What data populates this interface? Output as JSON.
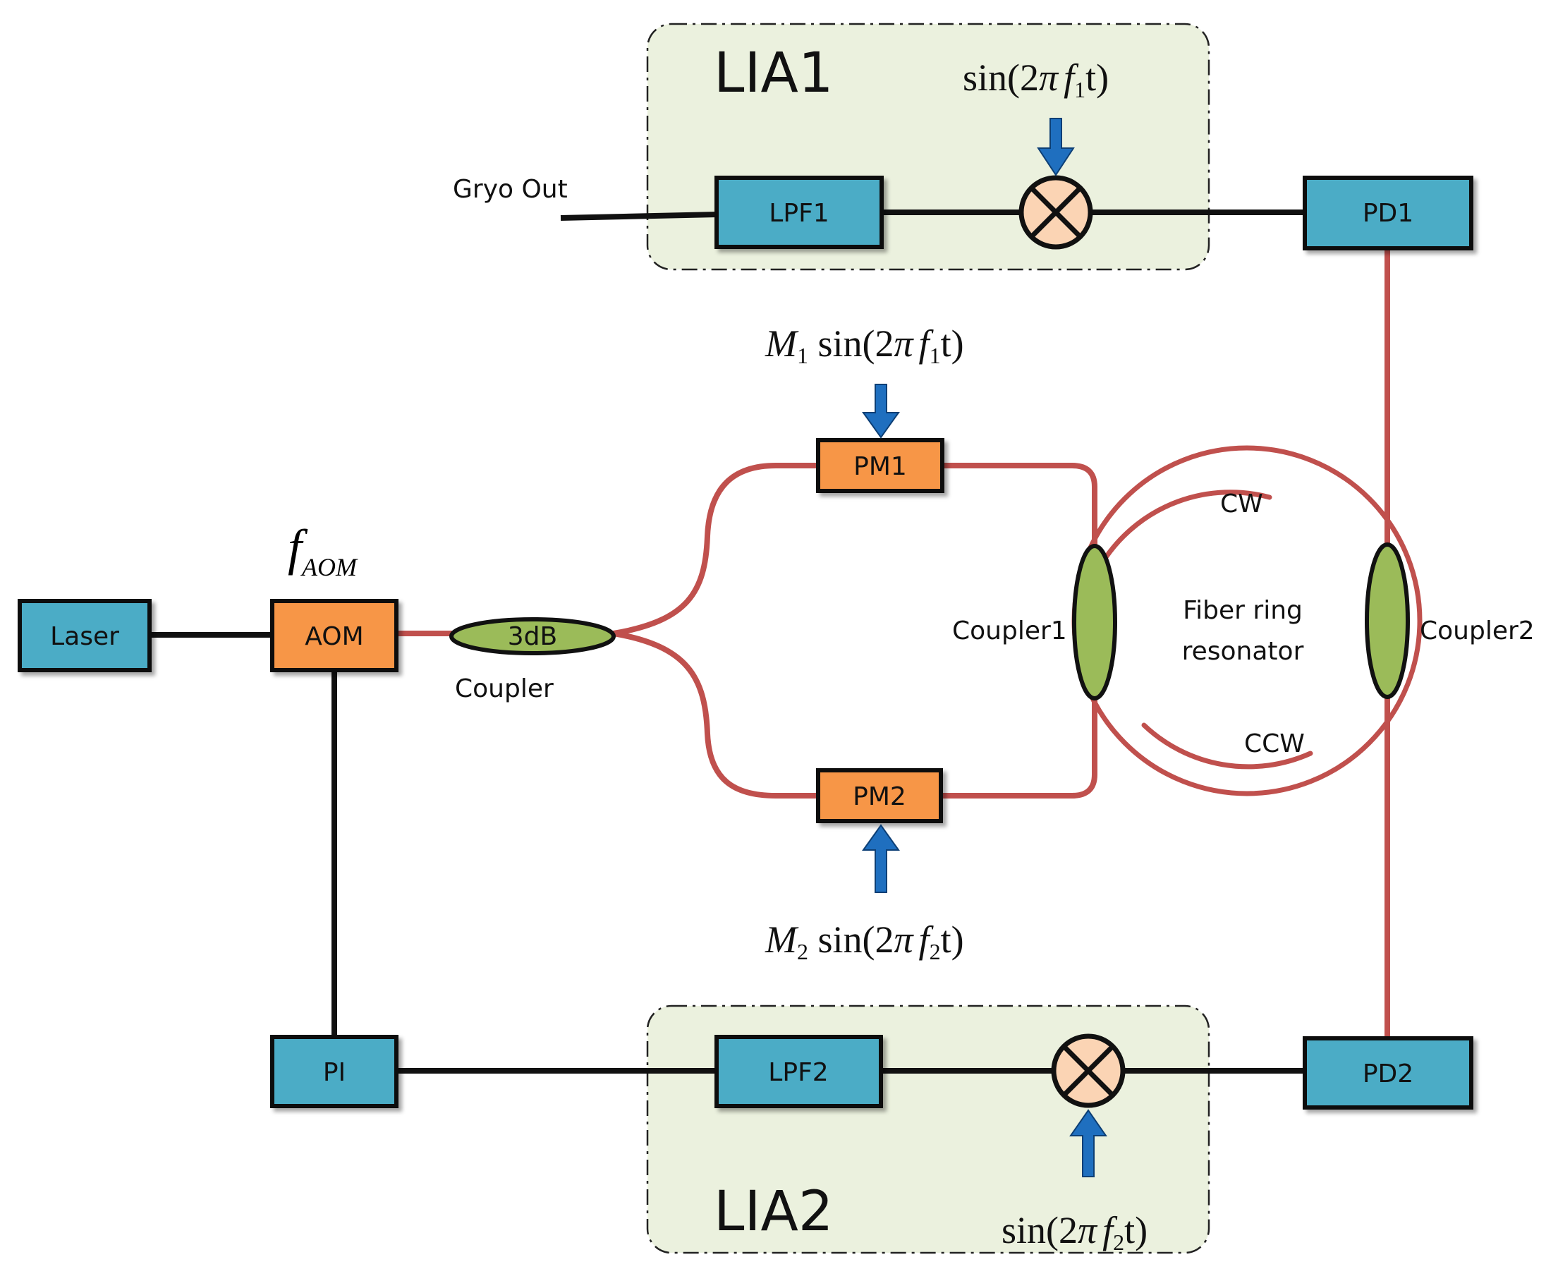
{
  "colors": {
    "blue_box": "#4bacc6",
    "orange_box": "#f79646",
    "green_coupler": "#9bbb59",
    "red_fiber": "#c0504d",
    "lia_panel": "#ebf1de",
    "mixer_fill": "#fbd4b4",
    "arrow_blue": "#1f6fbf",
    "wire": "#111111"
  },
  "blocks": {
    "laser": "Laser",
    "aom": "AOM",
    "pi": "PI",
    "lpf1": "LPF1",
    "lpf2": "LPF2",
    "pd1": "PD1",
    "pd2": "PD2",
    "pm1": "PM1",
    "pm2": "PM2",
    "coupler_3db": "3dB"
  },
  "labels": {
    "lia1": "LIA1",
    "lia2": "LIA2",
    "gyro_out": "Gryo Out",
    "coupler": "Coupler",
    "coupler1": "Coupler1",
    "coupler2": "Coupler2",
    "cw": "CW",
    "ccw": "CCW",
    "fiber_ring_line1": "Fiber ring",
    "fiber_ring_line2": "resonator"
  },
  "math": {
    "f_aom": {
      "base": "f",
      "sub": "AOM"
    },
    "lia1_ref": {
      "pre": "sin(2",
      "pi": "π",
      "f": "f",
      "sub": "1",
      "post": "t)"
    },
    "lia2_ref": {
      "pre": "sin(2",
      "pi": "π",
      "f": "f",
      "sub": "2",
      "post": "t)"
    },
    "pm1_mod": {
      "m": "M",
      "msub": "1",
      "pre": " sin(2",
      "pi": "π",
      "f": "f",
      "sub": "1",
      "post": "t)"
    },
    "pm2_mod": {
      "m": "M",
      "msub": "2",
      "pre": " sin(2",
      "pi": "π",
      "f": "f",
      "sub": "2",
      "post": "t)"
    }
  },
  "icons": {
    "mixer": "multiplier-circle-icon",
    "arrow": "down-arrow-icon"
  }
}
